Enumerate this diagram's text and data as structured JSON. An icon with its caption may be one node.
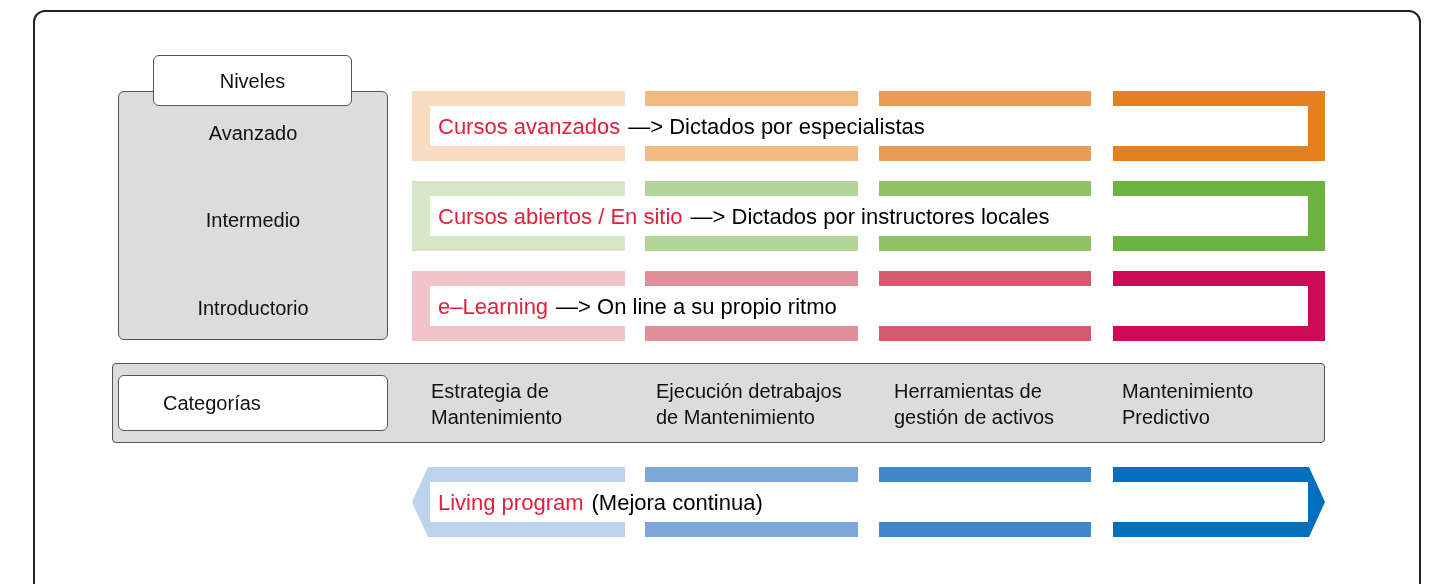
{
  "diagram": {
    "nodes": [
      {
        "text": [
          "Niveles"
        ]
      },
      {
        "text": [
          "Avanzado",
          "Intermedio",
          "Introductorio"
        ]
      },
      {
        "text": [
          "Cursos avanzados",
          "—> Dictados por especialistas"
        ]
      },
      {
        "text": [
          "Cursos abiertos / En sitio",
          "—> Dictados por instructores locales"
        ]
      },
      {
        "text": [
          "e–Learning",
          "—> On line a su propio ritmo"
        ]
      },
      {
        "text": [
          "Estrategia de Mantenimiento",
          "Ejecución detrabajos de Mantenimiento",
          "Herramientas de gestión de activos",
          "Mantenimiento Predictivo"
        ]
      },
      {
        "text": [
          "Categorías"
        ],
        "in": 5
      },
      {
        "text": [
          "Living program",
          "(Mejora continua)"
        ]
      }
    ]
  }
}
